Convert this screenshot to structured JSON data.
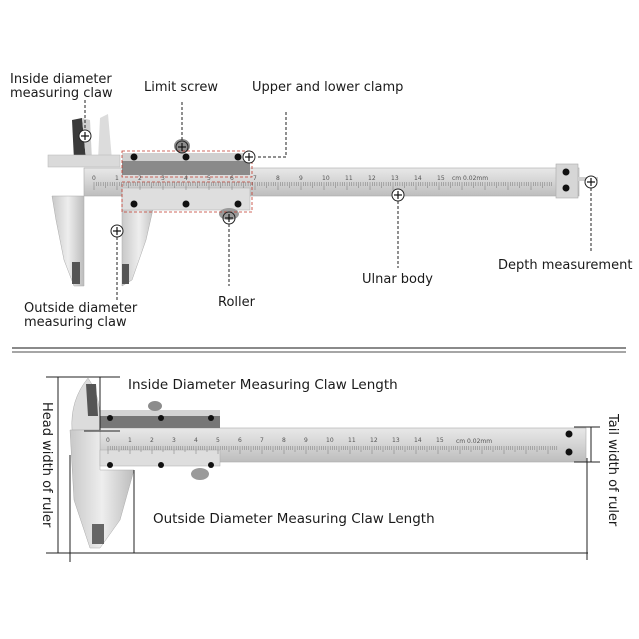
{
  "top_diagram": {
    "labels": {
      "inside_claw": [
        "Inside diameter",
        "measuring claw"
      ],
      "limit_screw": "Limit screw",
      "clamp": "Upper and lower clamp",
      "outside_claw": [
        "Outside diameter",
        "measuring claw"
      ],
      "roller": "Roller",
      "ulnar_body": "Ulnar  body",
      "depth": "Depth measurement"
    },
    "scale_numbers": [
      "0",
      "1",
      "2",
      "3",
      "4",
      "5",
      "6",
      "7",
      "8",
      "9",
      "10",
      "11",
      "12",
      "13",
      "14",
      "15"
    ],
    "unit_label": "cm  0.02mm",
    "accent_color": "#c0392b"
  },
  "bottom_diagram": {
    "labels": {
      "inside_length": "Inside Diameter Measuring Claw Length",
      "outside_length": "Outside Diameter Measuring  Claw  Length",
      "head_width": "Head width of ruler",
      "tail_width": "Tail width of ruler"
    },
    "scale_numbers": [
      "0",
      "1",
      "2",
      "3",
      "4",
      "5",
      "6",
      "7",
      "8",
      "9",
      "10",
      "11",
      "12",
      "13",
      "14",
      "15"
    ],
    "unit_label": "cm  0.02mm"
  }
}
